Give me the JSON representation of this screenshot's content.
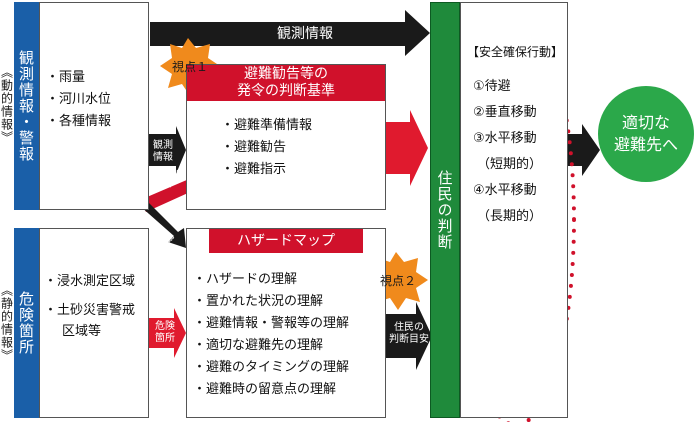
{
  "top_arrow": {
    "label": "観測情報"
  },
  "observation": {
    "side_main": "観測情報・警報",
    "side_sub": "《動的情報》",
    "items": [
      "・雨量",
      "・河川水位",
      "・各種情報"
    ],
    "connector_label": "観測\n情報"
  },
  "hazard_area": {
    "side_main": "危険箇所",
    "side_sub": "《静的情報》",
    "items": [
      "・浸水測定区域",
      "・土砂災害警戒",
      "区域等"
    ],
    "connector_label": "危険\n箇所"
  },
  "diagonal_labels": {
    "danger": "危険箇所",
    "obs": "観測情報"
  },
  "viewpoint1": {
    "label": "視点１"
  },
  "viewpoint2": {
    "label": "視点２"
  },
  "criteria": {
    "title_line1": "避難勧告等の",
    "title_line2": "発令の判断基準",
    "items": [
      "・避難準備情報",
      "・避難勧告",
      "・避難指示"
    ]
  },
  "hazard_map": {
    "title": "ハザードマップ",
    "items": [
      "・ハザードの理解",
      "・置かれた状況の理解",
      "・避難情報・警報等の理解",
      "・適切な避難先の理解",
      "・避難のタイミングの理解",
      "・避難時の留意点の理解"
    ]
  },
  "resident_guide": {
    "label": "住民の\n判断目安"
  },
  "resident_judgement": {
    "label": "住民の判断"
  },
  "safety_actions": {
    "title": "【安全確保行動】",
    "items": [
      "①待避",
      "②垂直移動",
      "③水平移動",
      "（短期的）",
      "④水平移動",
      "（長期的）"
    ]
  },
  "goal": {
    "line1": "適切な",
    "line2": "避難先へ"
  },
  "colors": {
    "blue": "#1a5fa8",
    "red": "#d0112b",
    "green": "#1f8a3b",
    "black": "#1a1a1a",
    "orange": "#f08a1c"
  }
}
